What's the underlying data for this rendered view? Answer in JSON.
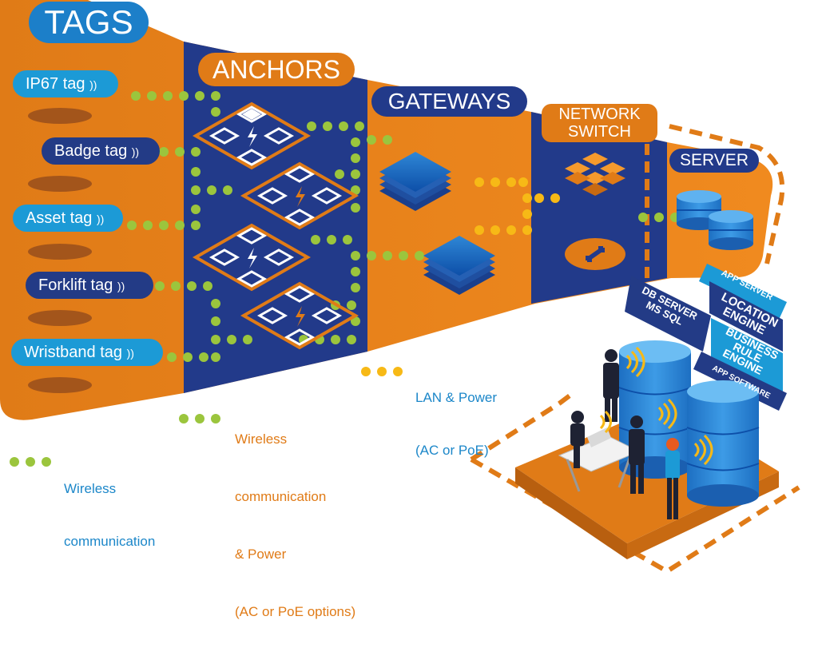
{
  "sections": {
    "tags": "TAGS",
    "anchors": "ANCHORS",
    "gateways": "GATEWAYS",
    "network_switch_line1": "NETWORK",
    "network_switch_line2": "SWITCH",
    "server": "SERVER"
  },
  "tags": [
    "IP67  tag",
    "Badge tag",
    "Asset tag",
    "Forklift tag",
    "Wristband tag"
  ],
  "server_labels": {
    "db_server_line1": "DB SERVER",
    "db_server_line2": "MS SQL",
    "app_server": "APP SERVER",
    "location_engine_line1": "LOCATION",
    "location_engine_line2": "ENGINE",
    "business_rule_engine_line1": "BUSINESS",
    "business_rule_engine_line2": "RULE",
    "business_rule_engine_line3": "ENGINE",
    "app_software": "APP SOFTWARE"
  },
  "legend": {
    "lan_power_line1": "LAN & Power",
    "lan_power_line2": "(AC or PoE)",
    "wireless_power_line1": "Wireless",
    "wireless_power_line2": "communication",
    "wireless_power_line3": "& Power",
    "wireless_power_line4": "(AC or PoE options)",
    "wireless_line1": "Wireless",
    "wireless_line2": "communication"
  },
  "colors": {
    "orange": "#e07b17",
    "navy": "#223a8a",
    "light_blue": "#1c9ad6",
    "dark_pill": "#233b86",
    "green_dot": "#9bc53d",
    "yellow_dot": "#f7b916",
    "legend_blue": "#1c87c9",
    "legend_orange": "#e07b17"
  }
}
